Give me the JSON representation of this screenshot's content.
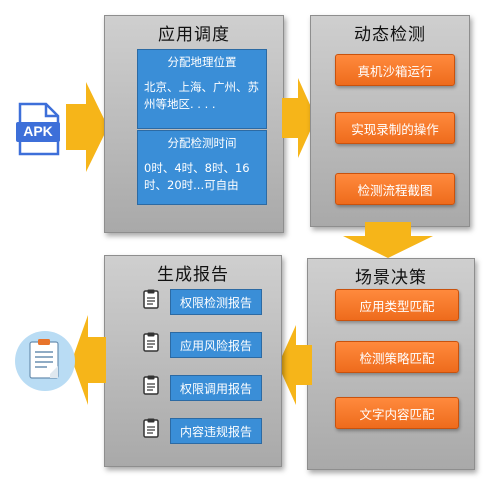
{
  "apk_icon": {
    "label": "APK"
  },
  "panels": {
    "app_scheduling": {
      "title": "应用调度",
      "geo_box": {
        "title": "分配地理位置",
        "body": "北京、上海、广州、苏州等地区. . . ."
      },
      "time_box": {
        "title": "分配检测时间",
        "body": "0时、4时、8时、16时、20时...可自由"
      }
    },
    "dynamic_detection": {
      "title": "动态检测",
      "buttons": [
        "真机沙箱运行",
        "实现录制的操作",
        "检测流程截图"
      ]
    },
    "scene_decision": {
      "title": "场景决策",
      "buttons": [
        "应用类型匹配",
        "检测策略匹配",
        "文字内容匹配"
      ]
    },
    "report_generation": {
      "title": "生成报告",
      "reports": [
        "权限检测报告",
        "应用风险报告",
        "权限调用报告",
        "内容违规报告"
      ]
    }
  },
  "colors": {
    "panel_gray": "#bdbdbd",
    "arrow_yellow": "#f6b519",
    "blue": "#3a8ed7",
    "orange": "#f07226"
  },
  "icons": [
    "apk-file-icon",
    "clipboard-icon",
    "report-document-icon"
  ]
}
